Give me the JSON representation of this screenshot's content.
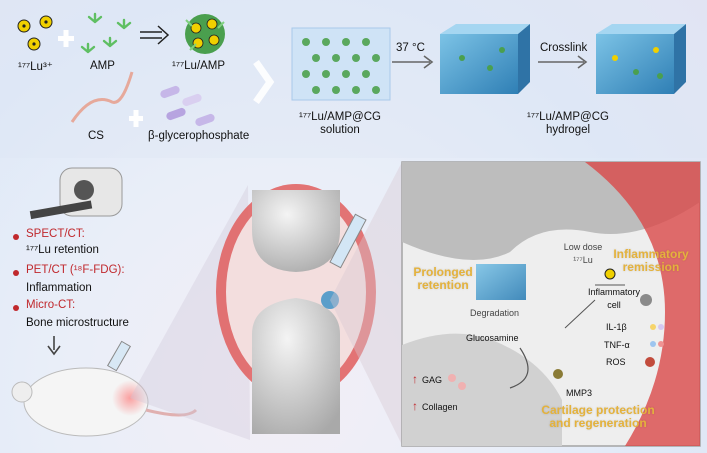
{
  "top_panel": {
    "lu_label": "¹⁷⁷Lu³⁺",
    "amp_label": "AMP",
    "lu_amp_label": "¹⁷⁷Lu/AMP",
    "cs_label": "CS",
    "bgp_label": "β-glycerophosphate",
    "solution_line1": "¹⁷⁷Lu/AMP@CG",
    "solution_line2": "solution",
    "temp_label": "37 °C",
    "crosslink_label": "Crosslink",
    "hydrogel_line1": "¹⁷⁷Lu/AMP@CG",
    "hydrogel_line2": "hydrogel"
  },
  "imaging": {
    "spect_title": "SPECT/CT:",
    "spect_desc": "¹⁷⁷Lu retention",
    "pet_title": "PET/CT (¹⁸F-FDG):",
    "pet_desc": "Inflammation",
    "micro_title": "Micro-CT:",
    "micro_desc": "Bone microstructure"
  },
  "zoom_panel": {
    "low_dose_line1": "Low dose",
    "low_dose_line2": "¹⁷⁷Lu",
    "prolonged_line1": "Prolonged",
    "prolonged_line2": "retention",
    "inflam_remission_line1": "Inflammatory",
    "inflam_remission_line2": "remission",
    "inflam_cell_line1": "Inflammatory",
    "inflam_cell_line2": "cell",
    "degradation": "Degradation",
    "glucosamine": "Glucosamine",
    "il1b": "IL-1β",
    "tnfa": "TNF-α",
    "ros": "ROS",
    "mmp3": "MMP3",
    "gag": "GAG",
    "collagen": "Collagen",
    "cartilage_line1": "Cartilage protection",
    "cartilage_line2": "and regeneration"
  },
  "colors": {
    "accent_red": "#c0282d",
    "gold": "#e4b23c",
    "hydrogel_blue": "#4a97c8"
  }
}
